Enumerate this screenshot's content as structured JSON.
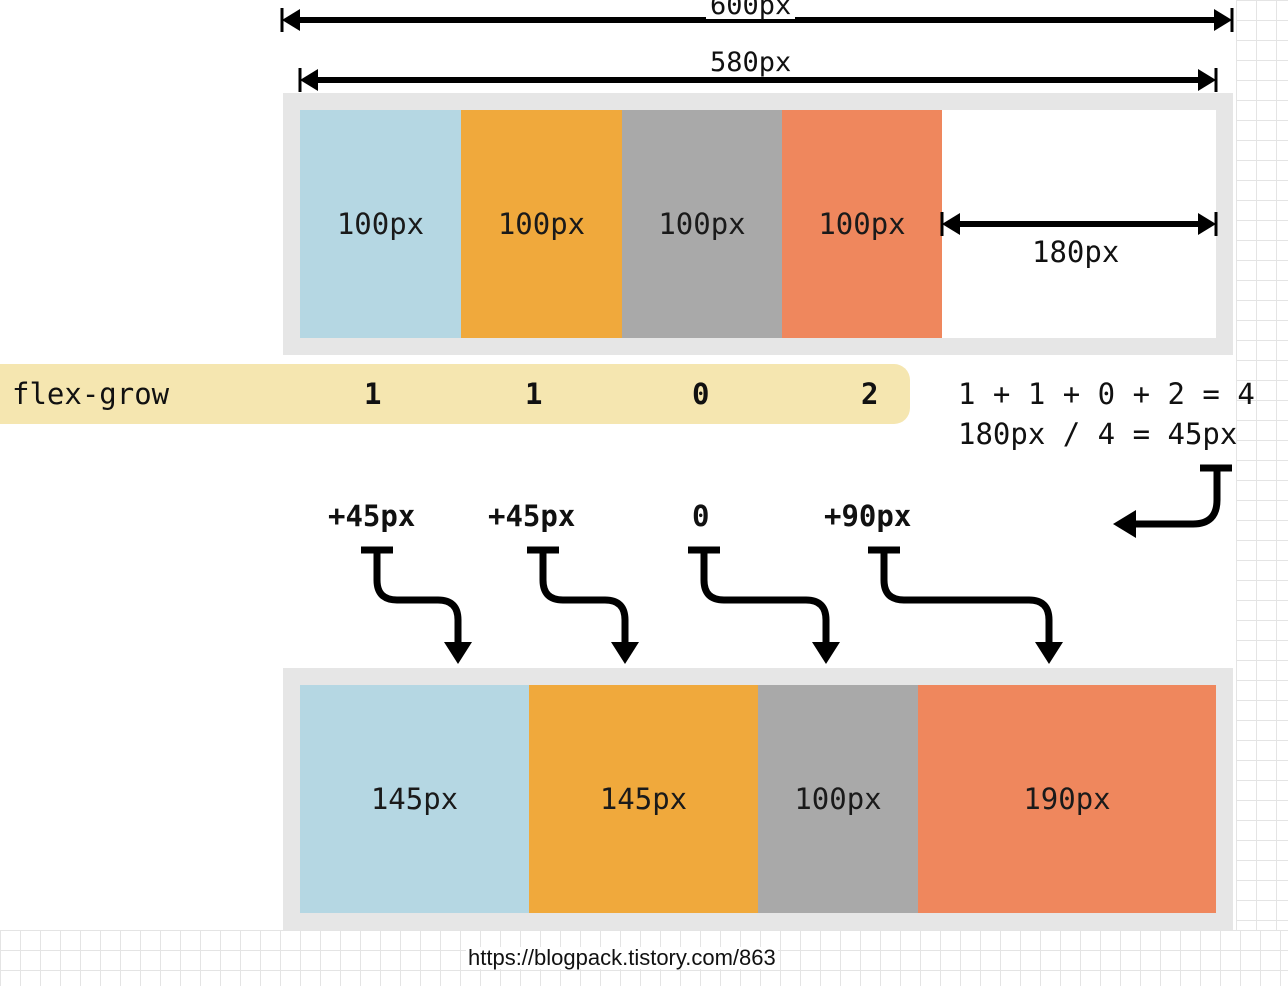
{
  "top": {
    "outer_width_label": "600px",
    "inner_width_label": "580px",
    "items": [
      "100px",
      "100px",
      "100px",
      "100px"
    ],
    "free_space_label": "180px"
  },
  "flex_grow": {
    "label": "flex-grow",
    "values": [
      "1",
      "1",
      "0",
      "2"
    ]
  },
  "calc": {
    "line1": "1 + 1 + 0 + 2 = 4",
    "line2": "180px / 4 = 45px"
  },
  "increments": [
    "+45px",
    "+45px",
    "0",
    "+90px"
  ],
  "bottom": {
    "items": [
      "145px",
      "145px",
      "100px",
      "190px"
    ]
  },
  "footer": {
    "url": "https://blogpack.tistory.com/863"
  },
  "colors": {
    "item1": "#b5d7e3",
    "item2": "#f0a93c",
    "item3": "#a9a9a9",
    "item4": "#ef875d",
    "flex_grow_bar": "#f5e6b0",
    "container": "#e6e6e6"
  }
}
